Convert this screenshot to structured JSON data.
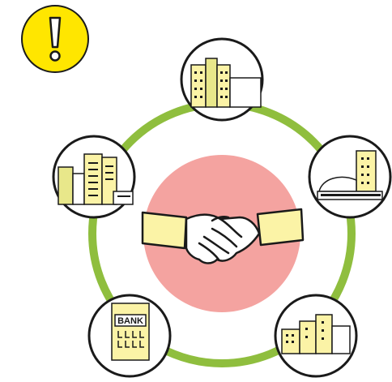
{
  "alert": {
    "icon": "exclamation-icon",
    "color": "#ffe600"
  },
  "hub": {
    "icon": "handshake-icon",
    "color": "#f4a3a0"
  },
  "ring": {
    "color": "#8fbe3e"
  },
  "nodes": [
    {
      "name": "office-towers-top",
      "icon": "office-building-icon"
    },
    {
      "name": "stadium-tower-right",
      "icon": "stadium-icon"
    },
    {
      "name": "factory-bottom-right",
      "icon": "factory-icon"
    },
    {
      "name": "bank-bottom-left",
      "icon": "bank-icon",
      "label": "BANK"
    },
    {
      "name": "city-buildings-left",
      "icon": "city-icon"
    }
  ],
  "colors": {
    "building_fill": "#fbf3a6",
    "outline": "#1a1a1a"
  }
}
